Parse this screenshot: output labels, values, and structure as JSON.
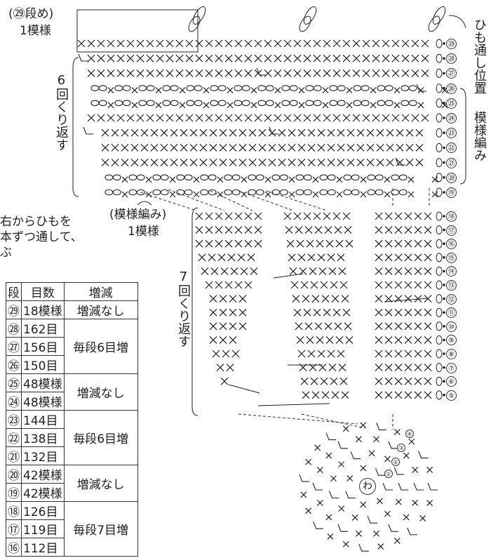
{
  "labels": {
    "top_left": "(㉙段め)",
    "one_pattern": "1模様",
    "repeat6": "6回くり返す",
    "string_pos": "ひも通し位置",
    "pattern_knit": "模様編み",
    "instr_1": "右からひもを",
    "instr_2": "本ずつ通して、",
    "instr_3": "ぶ",
    "pattern_label_1": "(模様編み)",
    "pattern_label_2": "1模様",
    "repeat7": "7回くり返す",
    "center": "わ"
  },
  "row_numbers": [
    "㉙",
    "㉘",
    "㉗",
    "㉖",
    "㉕",
    "㉔",
    "㉓",
    "㉒",
    "㉑",
    "⑳",
    "⑲",
    "⑱",
    "⑰",
    "⑯",
    "⑮",
    "⑭",
    "⑬",
    "⑫",
    "⑪",
    "⑩",
    "⑨",
    "⑧",
    "⑦",
    "⑥",
    "⑤"
  ],
  "center_rows": [
    "④",
    "③",
    "②",
    "①"
  ],
  "table": {
    "headers": [
      "段",
      "目数",
      "増減"
    ],
    "rows": [
      {
        "row": "㉙",
        "count": "18模様",
        "change": "増減なし"
      },
      {
        "row": "㉘",
        "count": "162目",
        "change": "毎段6目増"
      },
      {
        "row": "㉗",
        "count": "156目",
        "change": ""
      },
      {
        "row": "㉖",
        "count": "150目",
        "change": ""
      },
      {
        "row": "㉕",
        "count": "48模様",
        "change": "増減なし"
      },
      {
        "row": "㉔",
        "count": "48模様",
        "change": ""
      },
      {
        "row": "㉓",
        "count": "144目",
        "change": "毎段6目増"
      },
      {
        "row": "㉒",
        "count": "138目",
        "change": ""
      },
      {
        "row": "㉑",
        "count": "132目",
        "change": ""
      },
      {
        "row": "⑳",
        "count": "42模様",
        "change": "増減なし"
      },
      {
        "row": "⑲",
        "count": "42模様",
        "change": ""
      },
      {
        "row": "⑱",
        "count": "126目",
        "change": "毎段7目増"
      },
      {
        "row": "⑰",
        "count": "119目",
        "change": ""
      },
      {
        "row": "⑯",
        "count": "112目",
        "change": ""
      }
    ]
  }
}
